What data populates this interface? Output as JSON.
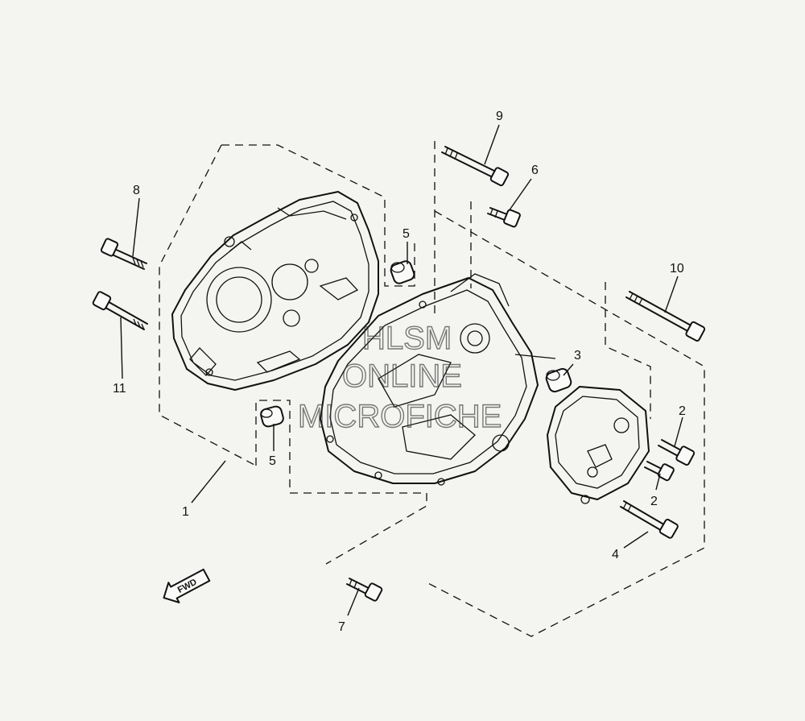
{
  "callouts": {
    "c1": "1",
    "c2a": "2",
    "c2b": "2",
    "c3": "3",
    "c4": "4",
    "c5a": "5",
    "c5b": "5",
    "c6": "6",
    "c7": "7",
    "c8": "8",
    "c9": "9",
    "c10": "10",
    "c11": "11"
  },
  "watermark": {
    "line1": "HLSM",
    "line2": "ONLINE",
    "line3": "MICROFICHE"
  },
  "direction_arrow": {
    "label": "FWD"
  }
}
